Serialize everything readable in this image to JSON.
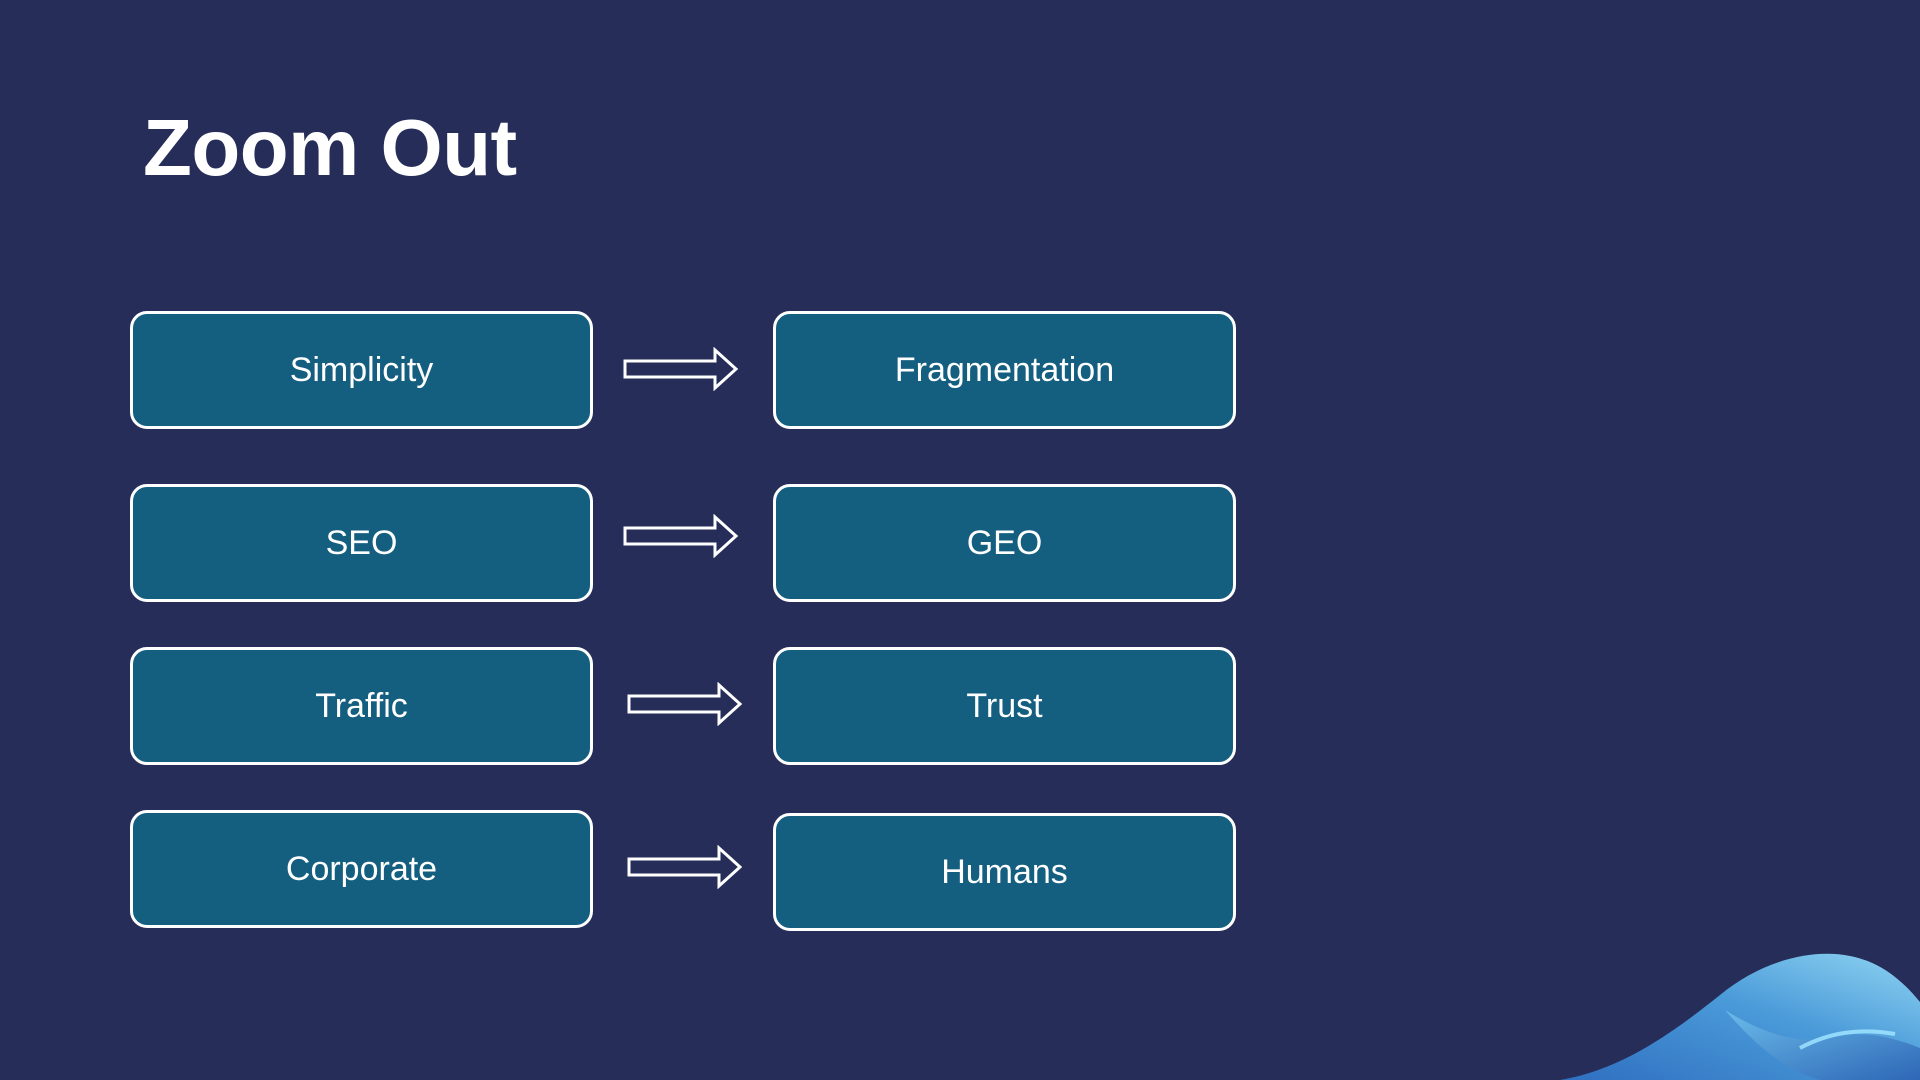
{
  "slide": {
    "title": "Zoom Out"
  },
  "pairs": [
    {
      "from": "Simplicity",
      "to": "Fragmentation"
    },
    {
      "from": "SEO",
      "to": "GEO"
    },
    {
      "from": "Traffic",
      "to": "Trust"
    },
    {
      "from": "Corporate",
      "to": "Humans"
    }
  ],
  "colors": {
    "background": "#252d58",
    "box_fill": "#145e80",
    "box_border": "#ffffff",
    "text": "#ffffff",
    "wave_light": "#7cc8ee",
    "wave_dark": "#2f6fc0"
  }
}
